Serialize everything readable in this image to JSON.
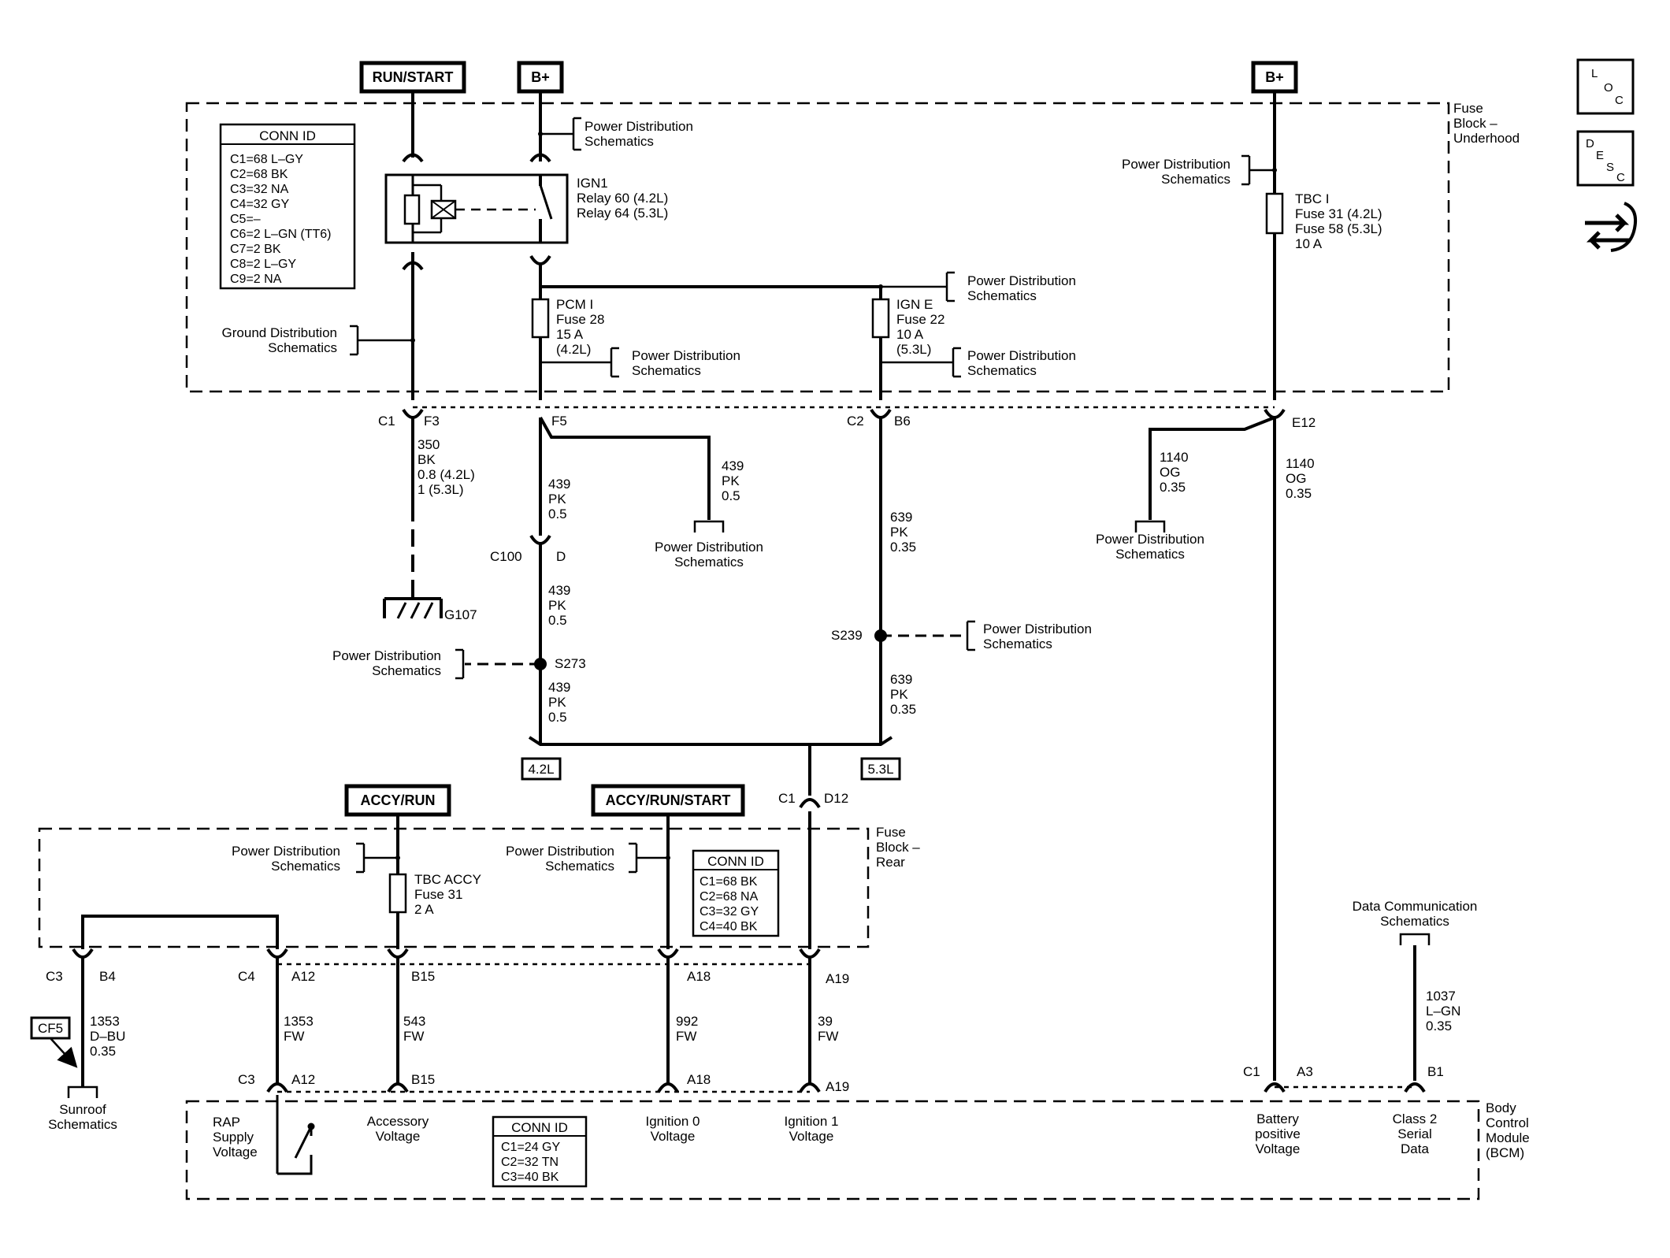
{
  "power_sources": {
    "run_start": "RUN/START",
    "bplus_left": "B+",
    "bplus_right": "B+",
    "accy_run": "ACCY/RUN",
    "accy_run_start": "ACCY/RUN/START"
  },
  "icons": {
    "loc": [
      "L",
      "O",
      "C"
    ],
    "desc": [
      "D",
      "E",
      "S",
      "C"
    ]
  },
  "fuse_block_underhood": {
    "label": [
      "Fuse",
      "Block –",
      "Underhood"
    ],
    "conn_id_title": "CONN ID",
    "conn_id": [
      "C1=68 L–GY",
      "C2=68 BK",
      "C3=32 NA",
      "C4=32 GY",
      "C5=–",
      "C6=2 L–GN (TT6)",
      "C7=2 BK",
      "C8=2 L–GY",
      "C9=2 NA"
    ],
    "relay": [
      "IGN1",
      "Relay 60 (4.2L)",
      "Relay 64 (5.3L)"
    ],
    "fuse_tbc": [
      "TBC I",
      "Fuse 31 (4.2L)",
      "Fuse 58 (5.3L)",
      "10 A"
    ],
    "fuse_pcm": [
      "PCM I",
      "Fuse 28",
      "15 A",
      "(4.2L)"
    ],
    "fuse_ign_e": [
      "IGN E",
      "Fuse 22",
      "10 A",
      "(5.3L)"
    ]
  },
  "refs": {
    "power_distribution": [
      "Power Distribution",
      "Schematics"
    ],
    "ground_distribution": [
      "Ground Distribution",
      "Schematics"
    ],
    "data_communication": [
      "Data Communication",
      "Schematics"
    ],
    "sunroof": [
      "Sunroof",
      "Schematics"
    ],
    "cf5": "CF5"
  },
  "connectors": {
    "c1": "C1",
    "c2": "C2",
    "c3": "C3",
    "c4": "C4",
    "c100": "C100",
    "f3": "F3",
    "f5": "F5",
    "b6": "B6",
    "e12": "E12",
    "d": "D",
    "d12": "D12",
    "b4": "B4",
    "a12": "A12",
    "b15": "B15",
    "a18": "A18",
    "a19": "A19",
    "a3": "A3",
    "b1": "B1"
  },
  "wires": {
    "w350": [
      "350",
      "BK",
      "0.8 (4.2L)",
      "1 (5.3L)"
    ],
    "w439": [
      "439",
      "PK",
      "0.5"
    ],
    "w639": [
      "639",
      "PK",
      "0.35"
    ],
    "w1140": [
      "1140",
      "OG",
      "0.35"
    ],
    "w1353": [
      "1353",
      "D–BU",
      "0.35"
    ],
    "w1353fw": [
      "1353",
      "FW"
    ],
    "w543": [
      "543",
      "FW"
    ],
    "w992": [
      "992",
      "FW"
    ],
    "w39": [
      "39",
      "FW"
    ],
    "w1037": [
      "1037",
      "L–GN",
      "0.35"
    ]
  },
  "splices": {
    "s273": "S273",
    "s239": "S239",
    "g107": "G107"
  },
  "engine_options": {
    "e42": "4.2L",
    "e53": "5.3L"
  },
  "fuse_block_rear": {
    "label": [
      "Fuse",
      "Block –",
      "Rear"
    ],
    "conn_id_title": "CONN ID",
    "conn_id": [
      "C1=68 BK",
      "C2=68 NA",
      "C3=32 GY",
      "C4=40 BK"
    ],
    "fuse_tbc_accy": [
      "TBC ACCY",
      "Fuse 31",
      "2 A"
    ]
  },
  "bcm": {
    "label": [
      "Body",
      "Control",
      "Module",
      "(BCM)"
    ],
    "conn_id_title": "CONN ID",
    "conn_id": [
      "C1=24 GY",
      "C2=32 TN",
      "C3=40 BK"
    ],
    "rap": [
      "RAP",
      "Supply",
      "Voltage"
    ],
    "accessory": [
      "Accessory",
      "Voltage"
    ],
    "ign0": [
      "Ignition 0",
      "Voltage"
    ],
    "ign1": [
      "Ignition 1",
      "Voltage"
    ],
    "battery": [
      "Battery",
      "positive",
      "Voltage"
    ],
    "class2": [
      "Class 2",
      "Serial",
      "Data"
    ]
  }
}
